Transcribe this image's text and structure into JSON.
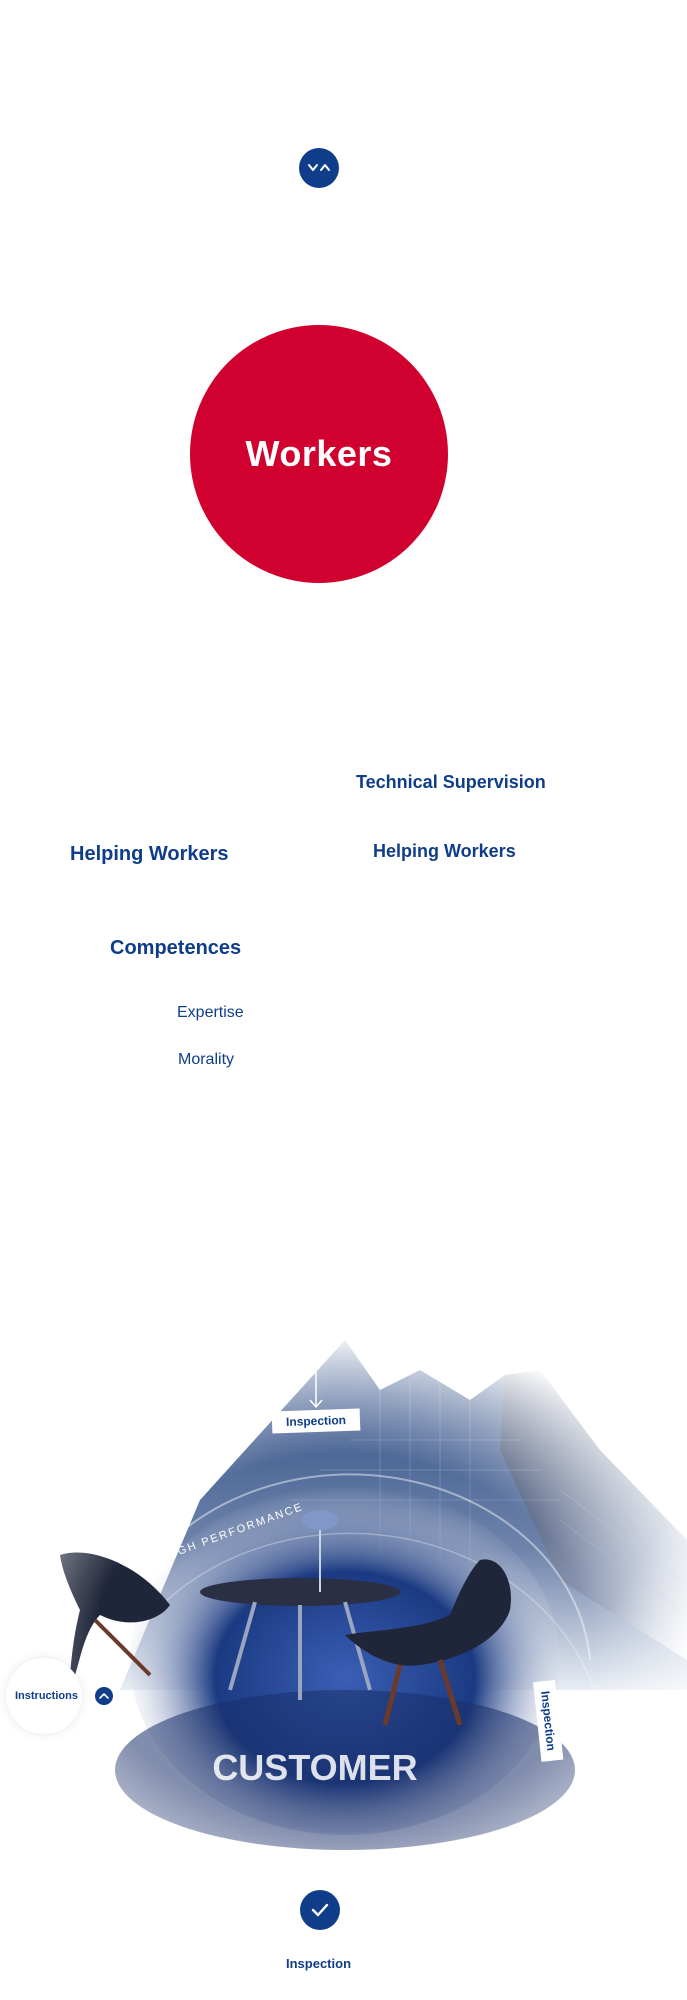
{
  "top_toggle": {
    "icon": "chevron-down-up-icon"
  },
  "hero": {
    "label": "Workers"
  },
  "links": {
    "technical_supervision": "Technical Supervision",
    "helping_workers_left": "Helping Workers",
    "helping_workers_right": "Helping Workers",
    "competences": "Competences",
    "expertise": "Expertise",
    "morality": "Morality"
  },
  "scene": {
    "tag_top": "Inspection",
    "tag_right": "Inspection",
    "arc_text": "HIGH PERFORMANCE",
    "big_word": "CUSTOMER",
    "instructions_label": "Instructions"
  },
  "footer": {
    "check_icon": "checkmark-icon",
    "label": "Inspection"
  },
  "colors": {
    "brand_blue": "#0f3d8a",
    "brand_red": "#d0002f"
  }
}
